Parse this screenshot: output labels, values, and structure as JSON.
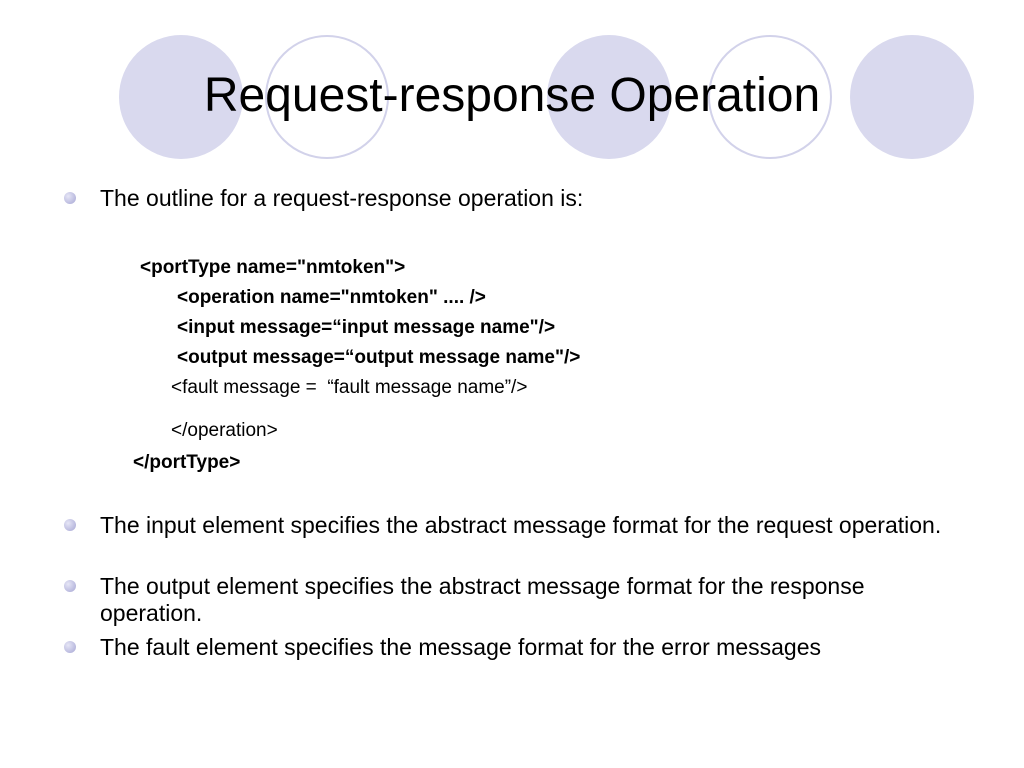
{
  "slide": {
    "title": "Request-response Operation",
    "intro_bullet": "The outline for a request-response operation is:",
    "code_lines": [
      "<portType name=\"nmtoken\">",
      "<operation name=\"nmtoken\" .... />",
      "<input message=“input message name\"/>",
      "<output message=“output message name\"/>",
      "<fault message =  “fault message name”/>",
      "</operation>",
      "</portType>"
    ],
    "bullets": [
      "The input element specifies the abstract message format for the request operation.",
      "The output element specifies the abstract message format for the response operation.",
      "The fault element specifies the message format for the error messages"
    ]
  },
  "colors": {
    "circle_fill": "#d9d9ee",
    "circle_outline": "#d2d2ea",
    "bullet": "#b9b9de",
    "text": "#000000"
  }
}
